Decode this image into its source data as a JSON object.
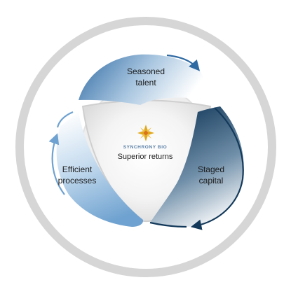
{
  "diagram": {
    "center": {
      "brand_name": "SYNCHRONY BIO",
      "label": "Superior returns",
      "logo": "flower-logo"
    },
    "segments": [
      {
        "label_lines": [
          "Seasoned",
          "talent"
        ],
        "icon": "cycle-arrow",
        "color": "#2f6aa3"
      },
      {
        "label_lines": [
          "Staged",
          "capital"
        ],
        "icon": "cycle-arrow",
        "color": "#13395a"
      },
      {
        "label_lines": [
          "Efficient",
          "processes"
        ],
        "icon": "cycle-arrow",
        "color": "#6fa2d0"
      }
    ],
    "colors": {
      "ring": "#d6d6d6",
      "logo_gold": "#e0a81c",
      "logo_orange": "#d9731a"
    }
  }
}
